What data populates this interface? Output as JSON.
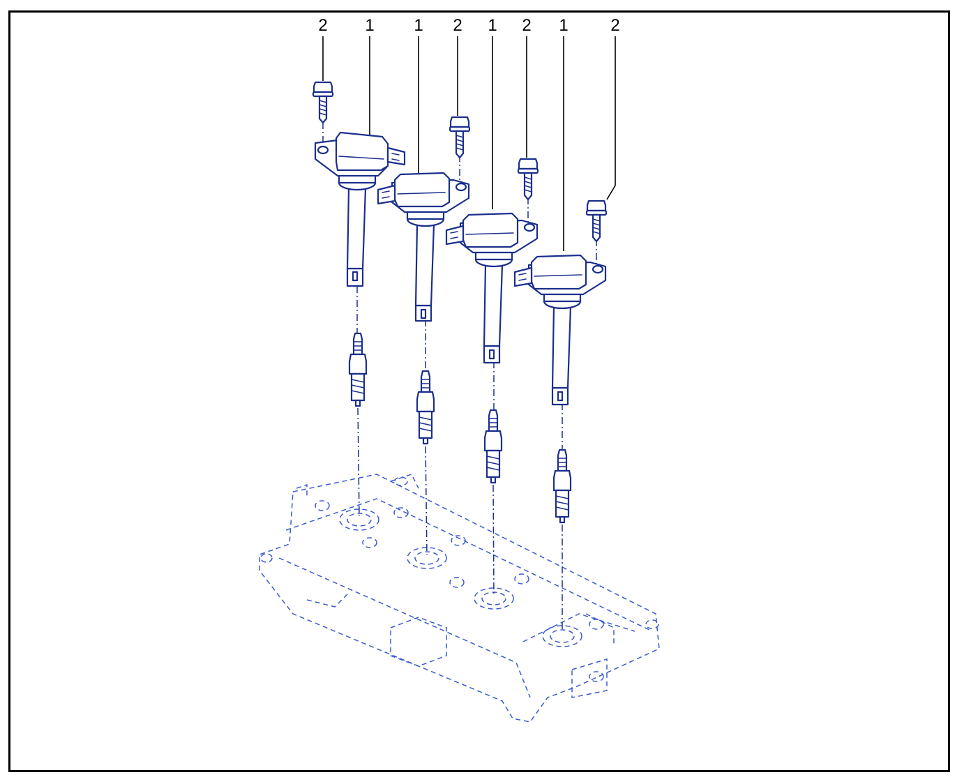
{
  "diagram": {
    "callouts": [
      "2",
      "1",
      "1",
      "2",
      "1",
      "2",
      "1",
      "2"
    ],
    "colors": {
      "line": "#1b2f8c",
      "hidden_line": "#3a5bd0",
      "callout": "#000000",
      "frame": "#000000",
      "background": "#ffffff"
    }
  }
}
